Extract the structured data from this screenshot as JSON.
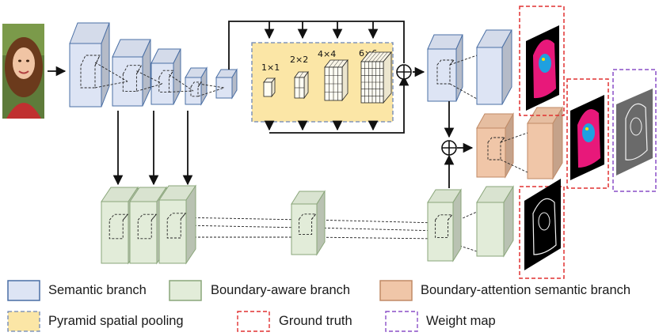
{
  "pooling": {
    "labels": [
      "1×1",
      "2×2",
      "4×4",
      "6×6"
    ]
  },
  "legend": {
    "semantic": "Semantic branch",
    "boundary_aware": "Boundary-aware branch",
    "boundary_attention": "Boundary-attention semantic branch",
    "pyramid": "Pyramid spatial pooling",
    "ground_truth": "Ground truth",
    "weight_map": "Weight map"
  },
  "colors": {
    "semantic_fill": "#dde4f4",
    "semantic_border": "#4a6fa5",
    "boundary_fill": "#e2ecd9",
    "boundary_border": "#8aa67a",
    "attention_fill": "#f0c6a8",
    "attention_border": "#c08a66",
    "pyramid_fill": "#fbe6a6",
    "pyramid_border": "#6b85b5",
    "ground_truth_border": "#e03030",
    "weight_map_border": "#8a4fc7",
    "parsing_bg": "#000000",
    "parsing_hair": "#e8187a",
    "parsing_face": "#1fa0e0"
  },
  "icons": [
    "face-photo",
    "plus-circle-icon",
    "arrow-icon"
  ]
}
